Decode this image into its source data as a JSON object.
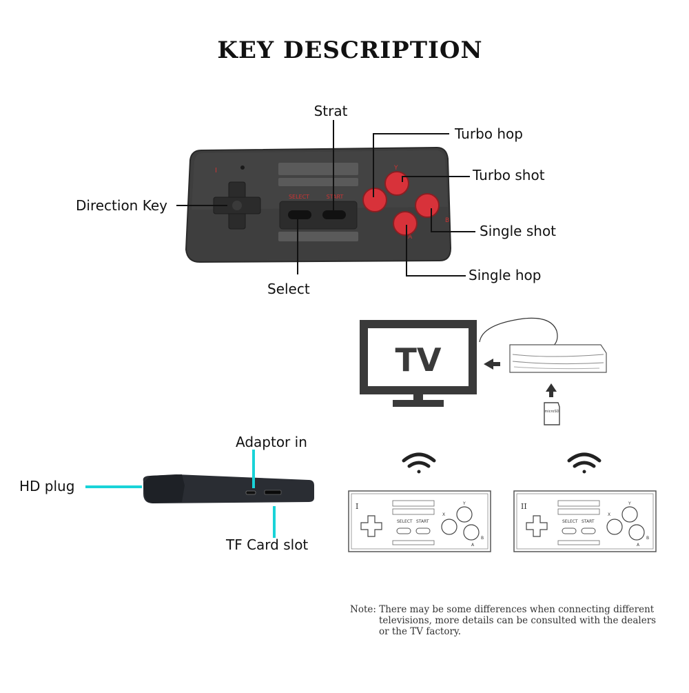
{
  "title": "KEY DESCRIPTION",
  "controller_labels": {
    "strat": "Strat",
    "turbo_hop": "Turbo hop",
    "turbo_shot": "Turbo shot",
    "direction_key": "Direction Key",
    "single_shot": "Single shot",
    "select": "Select",
    "single_hop": "Single hop"
  },
  "controller_markings": {
    "player": "I",
    "select": "SELECT",
    "start": "START",
    "y": "Y",
    "b": "B",
    "a": "A"
  },
  "stick_labels": {
    "adaptor_in": "Adaptor in",
    "hd_plug": "HD plug",
    "tf_card_slot": "TF Card slot"
  },
  "tv": {
    "text": "TV"
  },
  "sd_card": {
    "text": "microSD"
  },
  "pads": [
    {
      "number": "I",
      "select": "SELECT",
      "start": "START",
      "x": "X",
      "y": "Y",
      "a": "A",
      "b": "B"
    },
    {
      "number": "II",
      "select": "SELECT",
      "start": "START",
      "x": "X",
      "y": "Y",
      "a": "A",
      "b": "B"
    }
  ],
  "note": {
    "line1": "Note: There may be some differences when connecting different",
    "line2": "televisions, more details can be consulted with the dealers",
    "line3": "or the TV factory."
  },
  "colors": {
    "controller_body": "#3e3e3e",
    "button_red": "#d8323a",
    "callout_cyan": "#19d3d8"
  }
}
